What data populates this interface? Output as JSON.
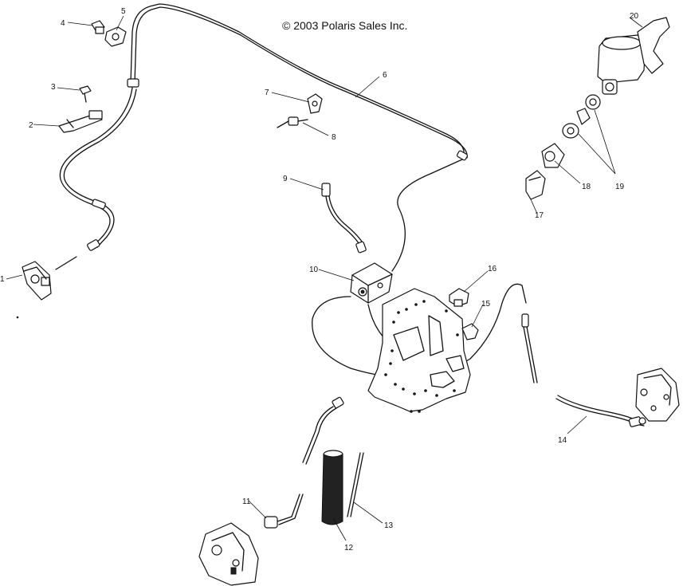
{
  "copyright": "© 2003 Polaris Sales Inc.",
  "callouts": {
    "c1": "1",
    "c1b": "1",
    "c2": "2",
    "c3": "3",
    "c4": "4",
    "c5": "5",
    "c6": "6",
    "c7": "7",
    "c8": "8",
    "c9": "9",
    "c10": "10",
    "c11": "11",
    "c12": "12",
    "c13": "13",
    "c14": "14",
    "c15": "15",
    "c16": "16",
    "c17": "17",
    "c18": "18",
    "c19": "19",
    "c20": "20"
  }
}
